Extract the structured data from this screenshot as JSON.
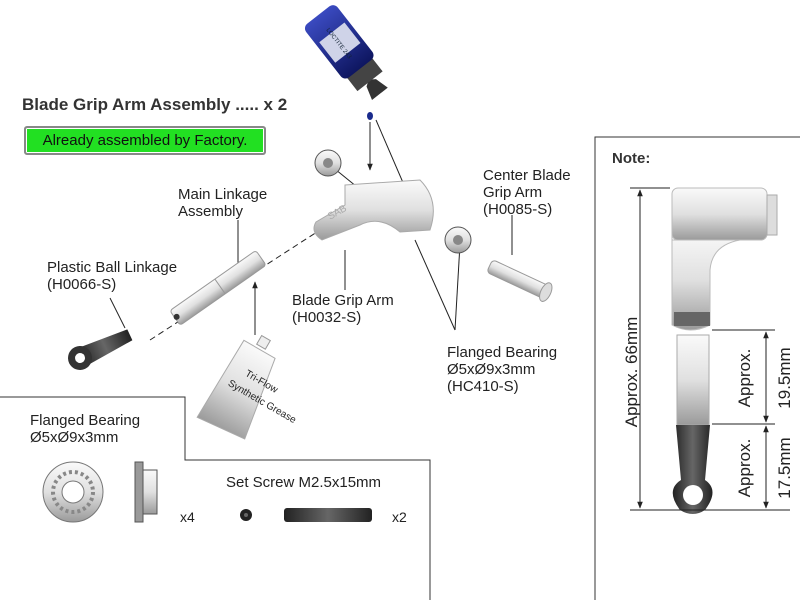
{
  "title": "Blade Grip Arm Assembly ..... x 2",
  "badge": "Already assembled by Factory.",
  "labels": {
    "loctite": "LOCTITE 243",
    "center_grip_arm": "Center Blade\nGrip Arm\n(H0085-S)",
    "main_linkage": "Main Linkage\nAssembly",
    "ball_linkage": "Plastic Ball Linkage\n(H0066-S)",
    "blade_grip_arm": "Blade Grip Arm\n(H0032-S)",
    "flanged_bearing": "Flanged Bearing\nØ5xØ9x3mm\n(HC410-S)",
    "grease_brand": "Tri-Flow",
    "grease_name": "Synthetic Grease",
    "grip_arm_mark": "SAB"
  },
  "parts_box": {
    "bearing_title": "Flanged Bearing\nØ5xØ9x3mm",
    "bearing_qty": "x4",
    "screw_title": "Set Screw M2.5x15mm",
    "screw_qty": "x2"
  },
  "note": {
    "heading": "Note:",
    "total": "Approx. 66mm",
    "upper_approx": "Approx.",
    "upper_value": "19.5mm",
    "lower_approx": "Approx.",
    "lower_value": "17.5mm"
  },
  "colors": {
    "badge": "#22e022",
    "loctite": "#1a2a8c"
  }
}
